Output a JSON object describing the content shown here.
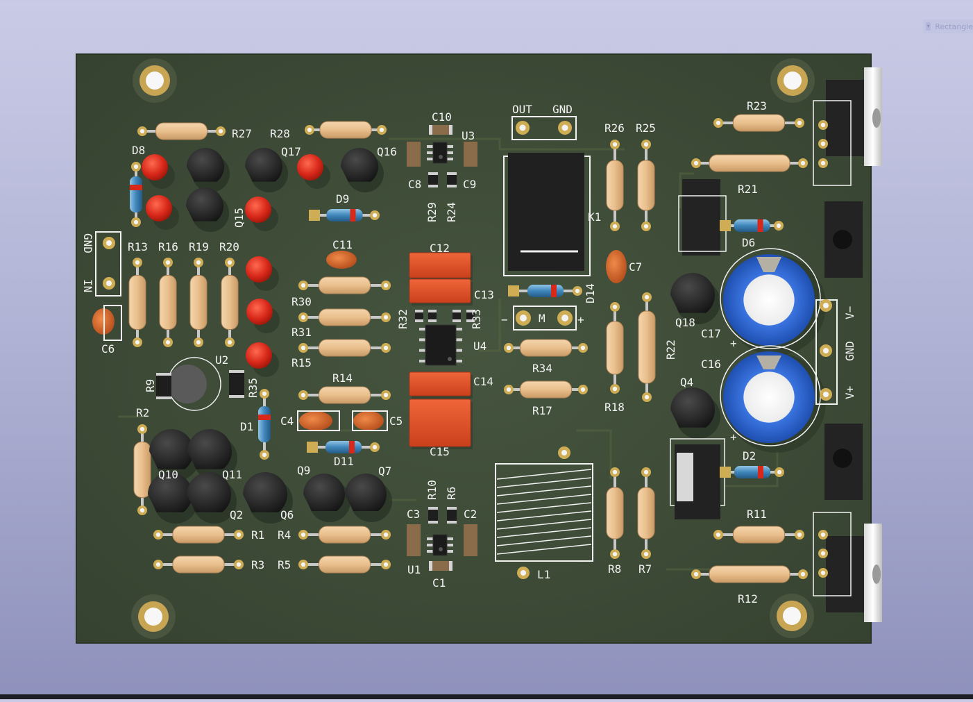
{
  "toolbar": {
    "layer_tag": "Rectangle"
  },
  "board": {
    "labels": {
      "R27": "R27",
      "R28": "R28",
      "D8": "D8",
      "Q17": "Q17",
      "Q16": "Q16",
      "Q15": "Q15",
      "D9": "D9",
      "C10": "C10",
      "U3": "U3",
      "C8": "C8",
      "C9": "C9",
      "R29": "R29",
      "R24": "R24",
      "OUT": "OUT",
      "GND_top": "GND",
      "R26": "R26",
      "R25": "R25",
      "K1": "K1",
      "R23": "R23",
      "R21": "R21",
      "D6": "D6",
      "C7": "C7",
      "D14": "D14",
      "Q18": "Q18",
      "C17": "C17",
      "V_minus": "V−",
      "GND_right": "GND",
      "V_plus": "V+",
      "C16": "C16",
      "Q4": "Q4",
      "D2": "D2",
      "R11": "R11",
      "R12": "R12",
      "R22": "R22",
      "R18": "R18",
      "R8": "R8",
      "R7": "R7",
      "L1": "L1",
      "R34": "R34",
      "R17": "R17",
      "M": "M",
      "GND_left": "GND",
      "IN": "IN",
      "R13": "R13",
      "R16": "R16",
      "R19": "R19",
      "R20": "R20",
      "C6": "C6",
      "C11": "C11",
      "C12": "C12",
      "C13": "C13",
      "R30": "R30",
      "R31": "R31",
      "R15": "R15",
      "R32": "R32",
      "R33": "R33",
      "U4": "U4",
      "R14": "R14",
      "C14": "C14",
      "C4": "C4",
      "C5": "C5",
      "D11": "D11",
      "C15": "C15",
      "U2": "U2",
      "R9": "R9",
      "R35": "R35",
      "D1": "D1",
      "R2": "R2",
      "Q10": "Q10",
      "Q11": "Q11",
      "Q2": "Q2",
      "Q6": "Q6",
      "Q9": "Q9",
      "Q7": "Q7",
      "R10": "R10",
      "R6": "R6",
      "C3": "C3",
      "C2": "C2",
      "U1": "U1",
      "C1": "C1",
      "R1": "R1",
      "R3": "R3",
      "R4": "R4",
      "R5": "R5",
      "plus1": "+",
      "plus2": "+",
      "minus_m": "−",
      "plus_m": "+"
    },
    "colors": {
      "substrate": "#3b4a3a",
      "silkscreen": "#f2f2f2",
      "pad": "#d9b65a",
      "resistor_body": "#ecc493",
      "led_red": "#d8281a",
      "film_cap": "#e2502a",
      "ceramic_cap": "#d96a2e",
      "electrolytic": "#2c62d6",
      "diode_glass": "#4b8fc0",
      "ic_black": "#1c1c1c"
    }
  }
}
